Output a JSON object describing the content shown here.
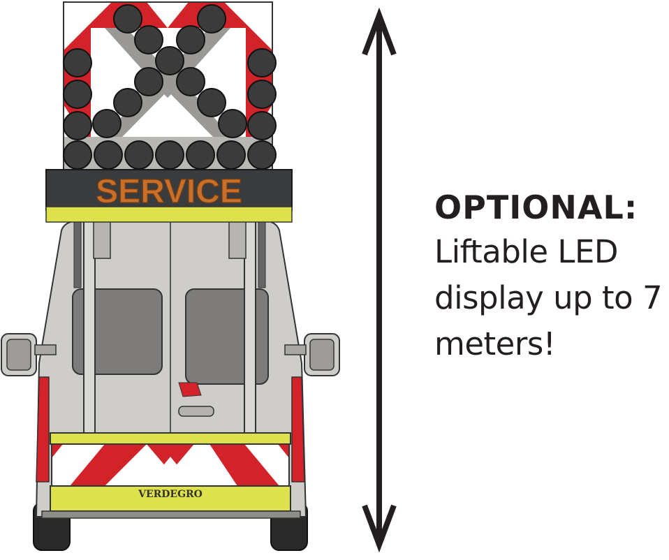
{
  "display": {
    "sign_text": "SERVICE"
  },
  "vehicle": {
    "brand_text": "VERDEGRO"
  },
  "caption": {
    "title": "OPTIONAL:",
    "lines": [
      "Liftable LED",
      "display up to 7",
      "meters!"
    ]
  },
  "colors": {
    "reflective_red": "#d3232a",
    "reflective_white": "#ffffff",
    "fluorescent_yellow": "#dde24c",
    "display_panel": "#3a3b3d",
    "sign_text": "#c8702a",
    "van_body": "#cfcdc9",
    "arrow_line": "#231f20",
    "caption_text": "#231f20"
  }
}
